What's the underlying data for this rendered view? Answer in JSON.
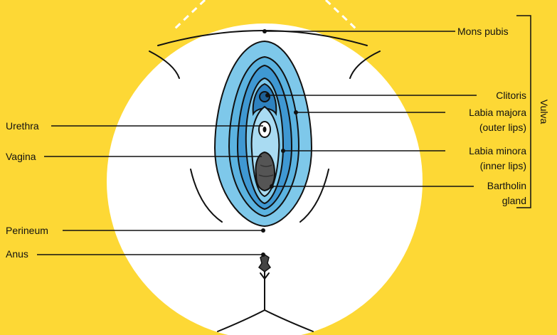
{
  "colors": {
    "background": "#FDD835",
    "circle": "#FFFFFF",
    "outer_blue": "#7EC8EA",
    "mid_blue": "#5BB3E0",
    "inner_blue": "#A9DBF2",
    "dark_blue": "#2E82C0",
    "vagina": "#555555",
    "line": "#111111"
  },
  "labels": {
    "mons_pubis": "Mons pubis",
    "clitoris": "Clitoris",
    "labia_majora_1": "Labia majora",
    "labia_majora_2": "(outer lips)",
    "labia_minora_1": "Labia minora",
    "labia_minora_2": "(inner lips)",
    "bartholin_1": "Bartholin",
    "bartholin_2": "gland",
    "urethra": "Urethra",
    "vagina": "Vagina",
    "perineum": "Perineum",
    "anus": "Anus",
    "vulva": "Vulva"
  }
}
